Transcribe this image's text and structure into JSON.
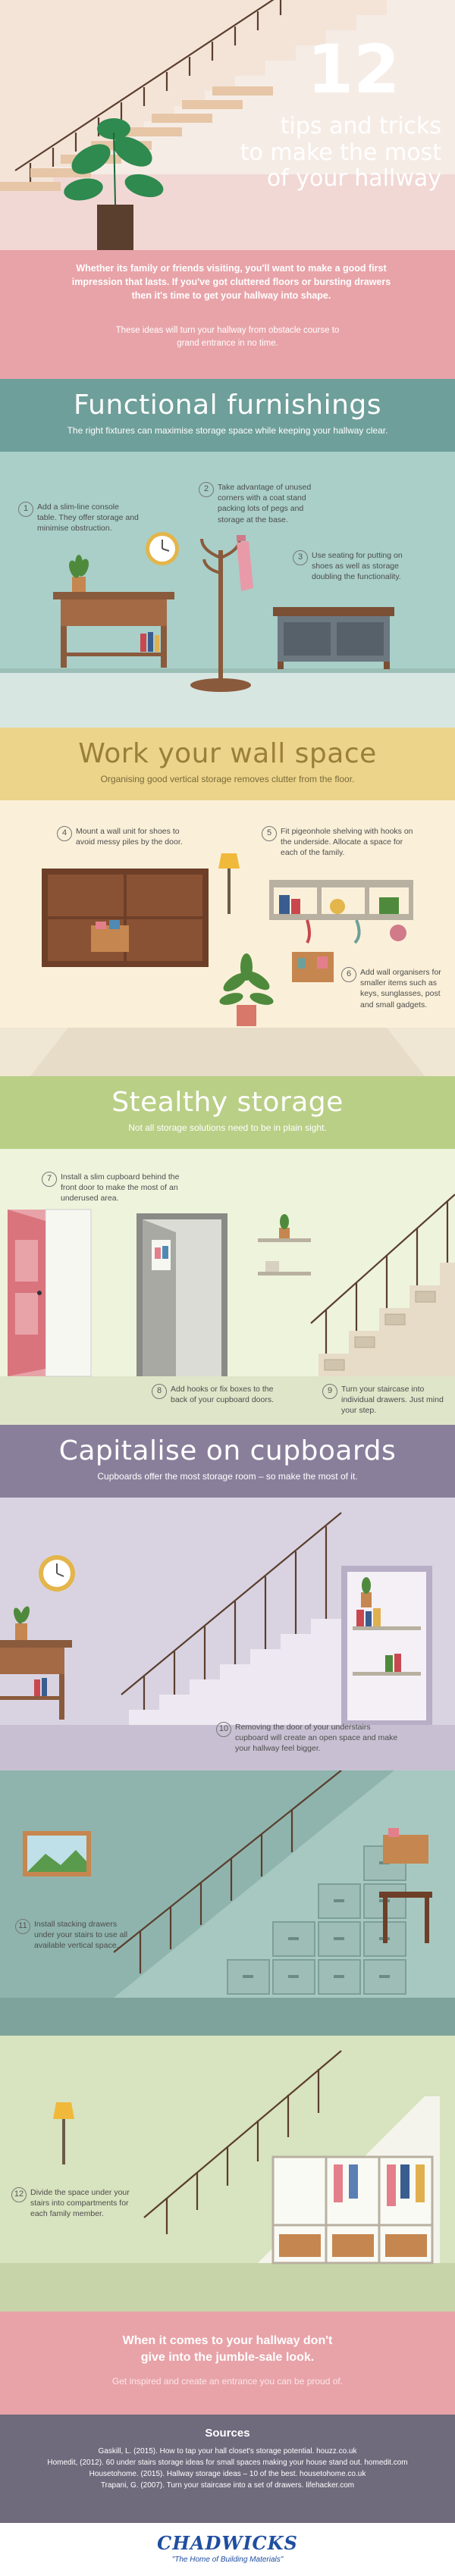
{
  "hero": {
    "number": "12",
    "title_lines": [
      "tips and tricks",
      "to make the most",
      "of your hallway"
    ],
    "intro": "Whether its family or friends visiting, you'll want to make a good first impression that lasts. If you've got cluttered floors or bursting drawers then it's time to get your hallway into shape.",
    "intro2": "These ideas will turn your hallway from obstacle course to grand entrance in no time."
  },
  "sections": [
    {
      "title": "Functional furnishings",
      "subtitle": "The right fixtures can maximise storage space while keeping your hallway clear."
    },
    {
      "title": "Work your wall space",
      "subtitle": "Organising good vertical storage removes clutter from the floor."
    },
    {
      "title": "Stealthy storage",
      "subtitle": "Not all storage solutions need to be in plain sight."
    },
    {
      "title": "Capitalise on cupboards",
      "subtitle": "Cupboards offer the most storage room – so make the most of it."
    }
  ],
  "tips": [
    {
      "n": "1",
      "text": "Add a slim-line console table. They offer storage and minimise obstruction."
    },
    {
      "n": "2",
      "text": "Take advantage of unused corners with a coat stand packing lots of pegs and storage at the base."
    },
    {
      "n": "3",
      "text": "Use seating for putting on shoes as well as storage doubling the functionality."
    },
    {
      "n": "4",
      "text": "Mount a wall unit for shoes to avoid messy piles by the door."
    },
    {
      "n": "5",
      "text": "Fit pigeonhole shelving with hooks on the underside. Allocate a space for each of the family."
    },
    {
      "n": "6",
      "text": "Add wall organisers for smaller items such as keys, sunglasses, post and small gadgets."
    },
    {
      "n": "7",
      "text": "Install a slim cupboard behind the front door to make the most of an underused area."
    },
    {
      "n": "8",
      "text": "Add hooks or fix boxes to the back of your cupboard doors."
    },
    {
      "n": "9",
      "text": "Turn your staircase into individual drawers. Just mind your step."
    },
    {
      "n": "10",
      "text": "Removing the door of your understairs cupboard will create an open space and make your hallway feel bigger."
    },
    {
      "n": "11",
      "text": "Install stacking drawers under your stairs to use all available vertical space."
    },
    {
      "n": "12",
      "text": "Divide the space under your stairs into compartments for each family member."
    }
  ],
  "outro": {
    "headline_lines": [
      "When it comes to your hallway don't",
      "give into the jumble-sale look."
    ],
    "sub": "Get inspired and create an entrance you can be proud of."
  },
  "sources": {
    "title": "Sources",
    "items": [
      "Gaskill, L. (2015). How to tap your hall closet's storage potential. houzz.co.uk",
      "Homedit, (2012). 60 under stairs storage ideas for small spaces making your house stand out. homedit.com",
      "Housetohome. (2015). Hallway storage ideas – 10 of the best. housetohome.co.uk",
      "Trapani, G. (2007). Turn your staircase into a set of drawers. lifehacker.com"
    ]
  },
  "footer": {
    "brand": "CHADWICKS",
    "tagline": "\"The Home of Building Materials\""
  },
  "colors": {
    "pink": "#e8a3a8",
    "teal": "#6e9f9a",
    "yellow": "#ecd48a",
    "green": "#b9cf86",
    "purple": "#8a7f9b",
    "wood": "#8a5a3c",
    "brand": "#1f4ea0"
  }
}
